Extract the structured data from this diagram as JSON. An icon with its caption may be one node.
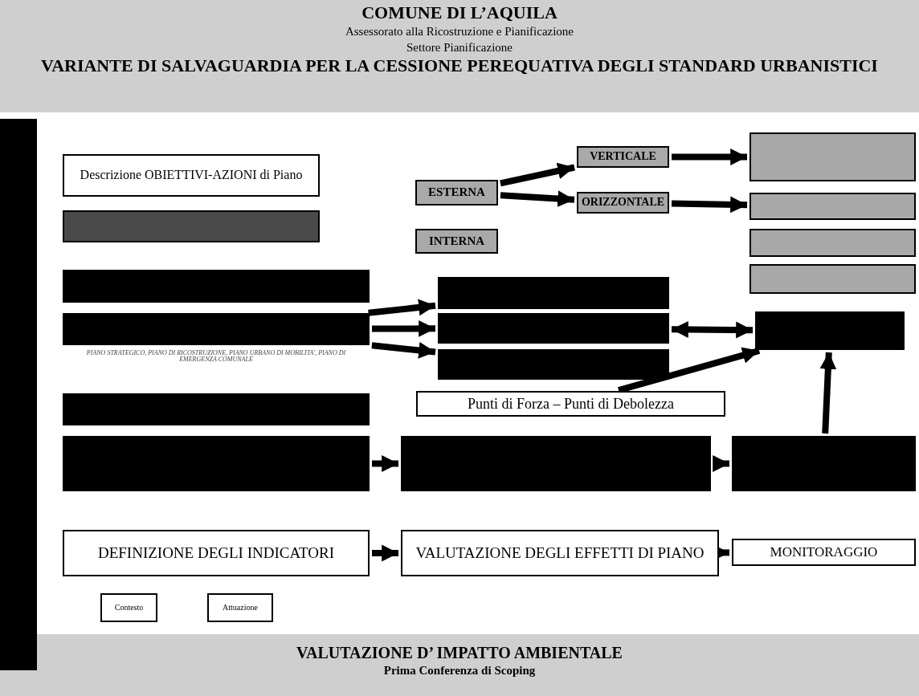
{
  "diagram": {
    "title": "COMUNE DI L’AQUILA",
    "nodes": [
      {
        "text": [
          "Descrizione OBIETTIVI-AZIONI di Piano"
        ]
      },
      {
        "text": [],
        "shape": "box"
      },
      {
        "text": [
          "ESTERNA"
        ]
      },
      {
        "text": [
          "INTERNA"
        ]
      },
      {
        "text": [
          "VERTICALE"
        ]
      },
      {
        "text": [
          "ORIZZONTALE"
        ]
      },
      {
        "text": [],
        "shape": "box"
      },
      {
        "text": [],
        "shape": "box"
      },
      {
        "text": [],
        "shape": "box"
      },
      {
        "text": [],
        "shape": "box"
      },
      {
        "text": [],
        "shape": "box"
      },
      {
        "text": [],
        "shape": "box",
        "beside": [
          "PIANO STRATEGICO, PIANO DI RICOSTRUZIONE, PIANO URBANO DI MOBILITA', PIANO DI EMERGENZA COMUNALE"
        ]
      },
      {
        "text": [],
        "shape": "box"
      },
      {
        "text": [],
        "shape": "box"
      },
      {
        "text": [],
        "shape": "box"
      },
      {
        "text": [],
        "shape": "box"
      },
      {
        "text": [],
        "shape": "box"
      },
      {
        "text": [],
        "shape": "box"
      },
      {
        "text": [
          "Punti di Forza – Punti di Debolezza"
        ]
      },
      {
        "text": [],
        "shape": "box"
      },
      {
        "text": [],
        "shape": "box"
      },
      {
        "text": [
          "DEFINIZIONE DEGLI INDICATORI"
        ]
      },
      {
        "text": [
          "VALUTAZIONE DEGLI EFFETTI DI PIANO"
        ]
      },
      {
        "text": [
          "MONITORAGGIO"
        ]
      },
      {
        "text": [
          "Contesto"
        ]
      },
      {
        "text": [
          "Attuazione"
        ]
      },
      {
        "text": [],
        "shape": "bar"
      }
    ],
    "edges": [
      {
        "from": 2,
        "to": 4,
        "arrow": "to"
      },
      {
        "from": 2,
        "to": 5,
        "arrow": "to"
      },
      {
        "from": 4,
        "to": 6,
        "arrow": "to"
      },
      {
        "from": 5,
        "to": 7,
        "arrow": "to"
      },
      {
        "from": 11,
        "to": 14,
        "arrow": "to"
      },
      {
        "from": 11,
        "to": 15,
        "arrow": "to"
      },
      {
        "from": 11,
        "to": 16,
        "arrow": "to"
      },
      {
        "from": 15,
        "to": 17,
        "arrow": "both"
      },
      {
        "from": 18,
        "to": 17,
        "arrow": "to"
      },
      {
        "from": 20,
        "to": 17,
        "arrow": "to"
      },
      {
        "from": 13,
        "to": 19,
        "arrow": "to"
      },
      {
        "from": 19,
        "to": 20,
        "arrow": "to"
      },
      {
        "from": 21,
        "to": 22,
        "arrow": "to"
      },
      {
        "from": 22,
        "to": 23,
        "arrow": "to"
      }
    ],
    "labels": [
      "Assessorato alla Ricostruzione e Pianificazione",
      "Settore Pianificazione",
      "VARIANTE DI SALVAGUARDIA PER LA CESSIONE PEREQUATIVA DEGLI STANDARD URBANISTICI",
      "VALUTAZIONE D’ IMPATTO AMBIENTALE",
      "Prima Conferenza di Scoping"
    ]
  }
}
